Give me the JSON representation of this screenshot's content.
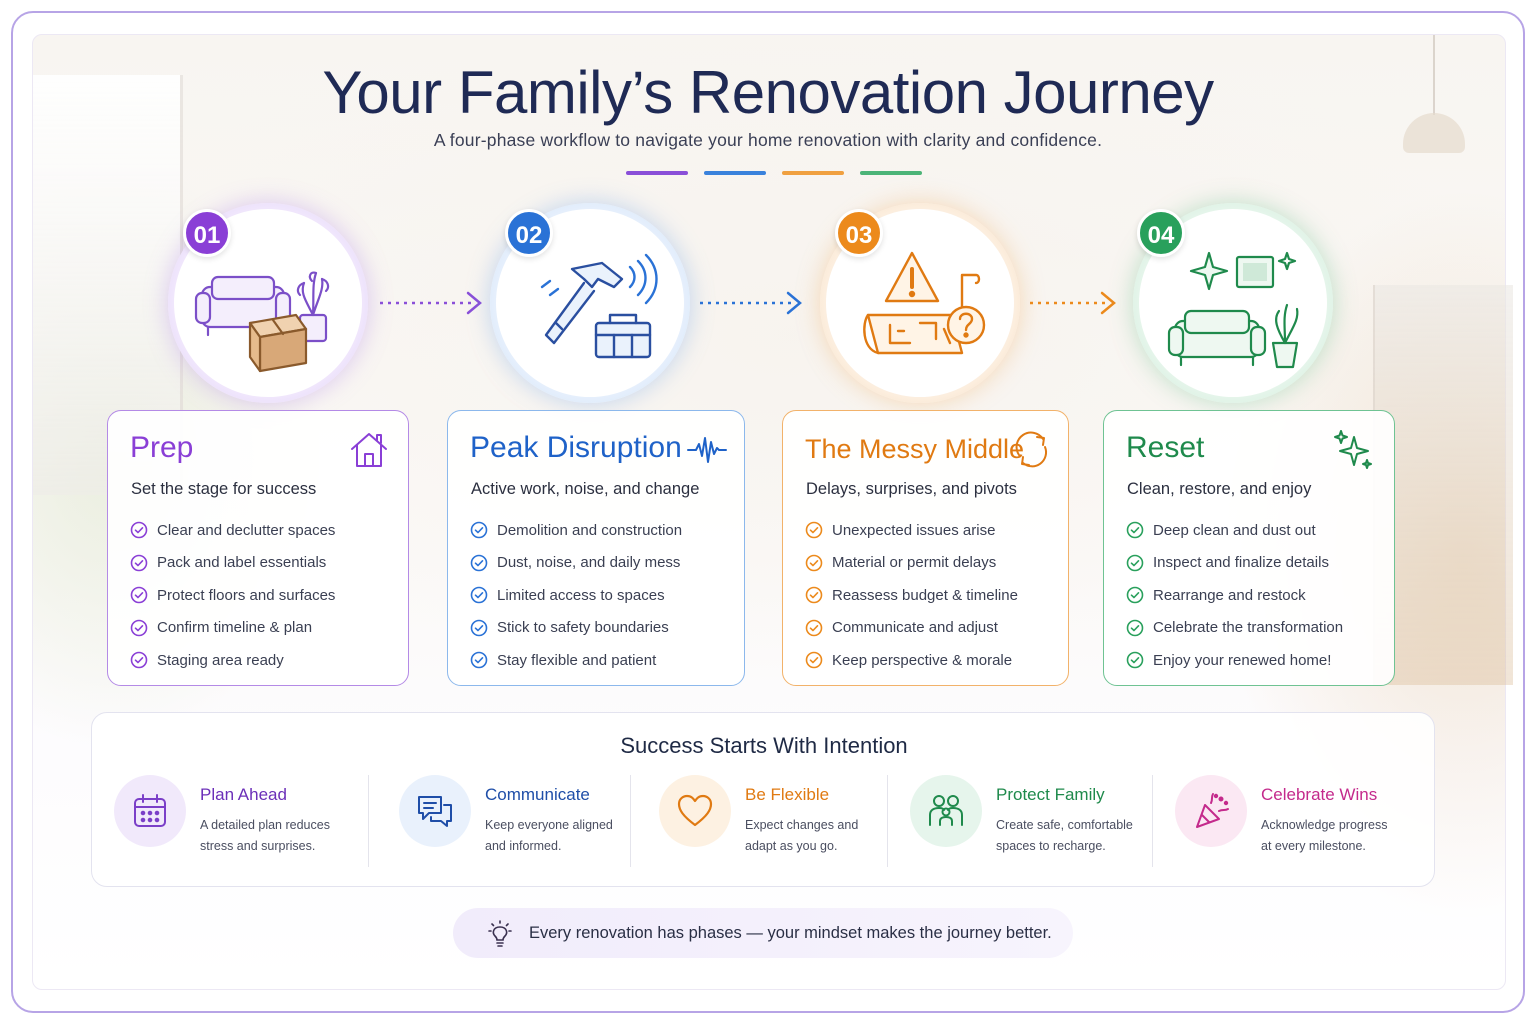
{
  "header": {
    "title": "Your Family’s Renovation Journey",
    "subtitle": "A four-phase workflow to navigate your home renovation with clarity and confidence."
  },
  "colors": {
    "purple": "#8a3fd6",
    "blue": "#2a72d6",
    "orange": "#ec8a1c",
    "green": "#29a05c"
  },
  "phases": [
    {
      "number": "01",
      "title": "Prep",
      "subtitle": "Set the stage for success",
      "icon": "house-icon",
      "illustration": "sofa-box-plant-illustration",
      "items": [
        "Clear and declutter spaces",
        "Pack and label essentials",
        "Protect floors and surfaces",
        "Confirm timeline & plan",
        "Staging area ready"
      ]
    },
    {
      "number": "02",
      "title": "Peak Disruption",
      "subtitle": "Active work, noise, and change",
      "icon": "pulse-wave-icon",
      "illustration": "hammer-toolbox-illustration",
      "items": [
        "Demolition and construction",
        "Dust, noise, and daily mess",
        "Limited access to spaces",
        "Stick to safety boundaries",
        "Stay flexible and patient"
      ]
    },
    {
      "number": "03",
      "title": "The Messy Middle",
      "subtitle": "Delays, surprises, and pivots",
      "icon": "refresh-icon",
      "illustration": "warning-blueprint-question-illustration",
      "items": [
        "Unexpected issues arise",
        "Material or permit delays",
        "Reassess budget & timeline",
        "Communicate and adjust",
        "Keep perspective & morale"
      ]
    },
    {
      "number": "04",
      "title": "Reset",
      "subtitle": "Clean, restore, and enjoy",
      "icon": "sparkle-icon",
      "illustration": "sofa-frame-plant-sparkle-illustration",
      "items": [
        "Deep clean and dust out",
        "Inspect and finalize details",
        "Rearrange and restock",
        "Celebrate the transformation",
        "Enjoy your renewed home!"
      ]
    }
  ],
  "success": {
    "title": "Success Starts With Intention",
    "tips": [
      {
        "title": "Plan Ahead",
        "line1": "A detailed plan reduces",
        "line2": "stress and surprises.",
        "icon": "calendar-icon",
        "color": "#6b2fb8"
      },
      {
        "title": "Communicate",
        "line1": "Keep everyone aligned",
        "line2": "and informed.",
        "icon": "chat-bubbles-icon",
        "color": "#1f4ea8"
      },
      {
        "title": "Be Flexible",
        "line1": "Expect changes and",
        "line2": "adapt as you go.",
        "icon": "heart-icon",
        "color": "#e07a12"
      },
      {
        "title": "Protect Family",
        "line1": "Create safe, comfortable",
        "line2": "spaces to recharge.",
        "icon": "family-icon",
        "color": "#1f8a4c"
      },
      {
        "title": "Celebrate Wins",
        "line1": "Acknowledge progress",
        "line2": "at every milestone.",
        "icon": "party-popper-icon",
        "color": "#c42a8c"
      }
    ]
  },
  "footer": {
    "text": "Every renovation has phases — your mindset makes the journey better.",
    "icon": "lightbulb-icon"
  }
}
